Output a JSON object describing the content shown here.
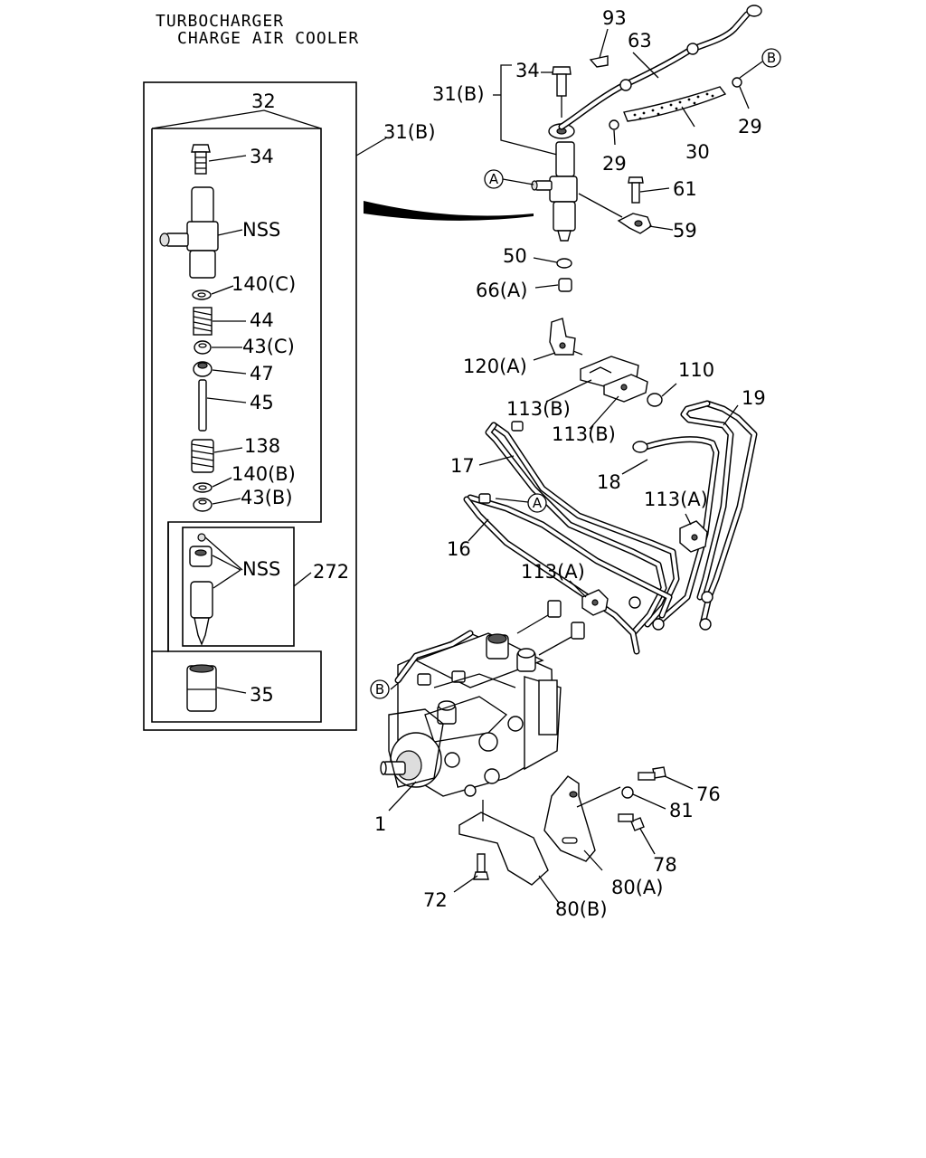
{
  "title": {
    "line1": "TURBOCHARGER",
    "line2": "CHARGE AIR COOLER"
  },
  "callouts": {
    "a": "A",
    "b": "B"
  },
  "labels": {
    "p32": "32",
    "p34_kit": "34",
    "nss_1": "NSS",
    "p140c": "140(C)",
    "p44": "44",
    "p43c": "43(C)",
    "p47": "47",
    "p45": "45",
    "p138": "138",
    "p140b": "140(B)",
    "p43b": "43(B)",
    "nss_2": "NSS",
    "p272": "272",
    "p35": "35",
    "p31b_kit": "31(B)",
    "p93": "93",
    "p63": "63",
    "p34": "34",
    "p31b": "31(B)",
    "p29a": "29",
    "p29b": "29",
    "p30": "30",
    "p61": "61",
    "p59": "59",
    "p50": "50",
    "p66a": "66(A)",
    "p120a": "120(A)",
    "p110": "110",
    "p113b_1": "113(B)",
    "p113b_2": "113(B)",
    "p19": "19",
    "p17": "17",
    "p18": "18",
    "p113a_1": "113(A)",
    "p16": "16",
    "p113a_2": "113(A)",
    "p76": "76",
    "p81": "81",
    "p1": "1",
    "p78": "78",
    "p80a": "80(A)",
    "p72": "72",
    "p80b": "80(B)"
  }
}
